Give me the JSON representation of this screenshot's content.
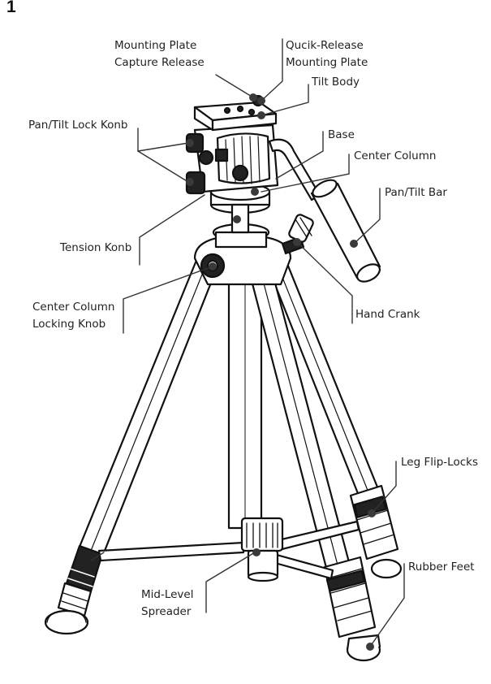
{
  "page": {
    "number": "1"
  },
  "labels": {
    "mounting_plate_capture_release": [
      "Mounting Plate",
      "Capture Release"
    ],
    "quick_release_mounting_plate": [
      "Qucik-Release",
      "Mounting Plate"
    ],
    "tilt_body": [
      "Tilt Body"
    ],
    "pan_tilt_lock_knob": [
      "Pan/Tilt Lock Konb"
    ],
    "base": [
      "Base"
    ],
    "center_column": [
      "Center Column"
    ],
    "pan_tilt_bar": [
      "Pan/Tilt Bar"
    ],
    "tension_knob": [
      "Tension Konb"
    ],
    "center_column_locking_knob": [
      "Center Column",
      "Locking Knob"
    ],
    "hand_crank": [
      "Hand Crank"
    ],
    "leg_flip_locks": [
      "Leg Flip-Locks"
    ],
    "rubber_feet": [
      "Rubber Feet"
    ],
    "mid_level_spreader": [
      "Mid-Level",
      "Spreader"
    ]
  },
  "colors": {
    "ink": "#111111",
    "leader": "#333333",
    "dot": "#3a3a3a"
  }
}
